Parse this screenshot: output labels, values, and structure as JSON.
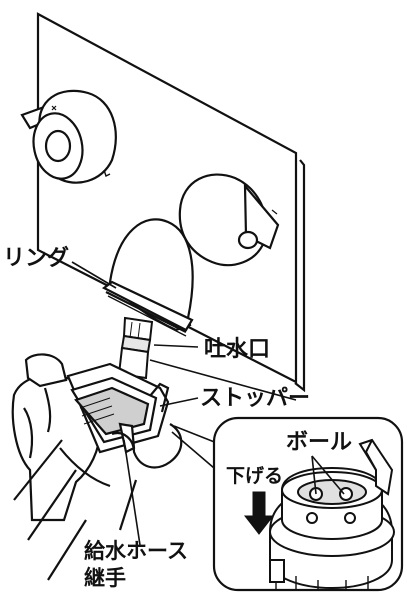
{
  "labels": {
    "ring": "リング",
    "spout": "吐水口",
    "stopper": "ストッパー",
    "ball": "ボール",
    "lower": "下げる",
    "hose_joint_line1": "給水ホース",
    "hose_joint_line2": "継手"
  },
  "colors": {
    "line": "#111111",
    "fill": "#ffffff",
    "shade": "#d8d8d8"
  }
}
